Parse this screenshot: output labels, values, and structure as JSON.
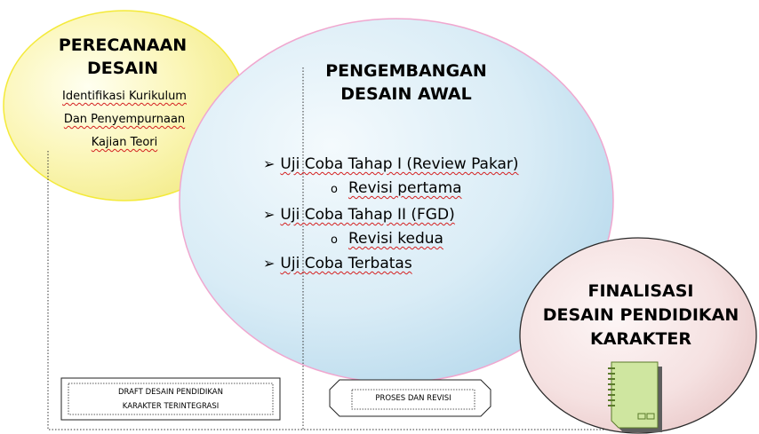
{
  "planning": {
    "title_line1": "PERECANAAN",
    "title_line2": "DESAIN",
    "item1": "Identifikasi Kurikulum",
    "item2": "Dan Penyempurnaan",
    "item3": "Kajian Teori"
  },
  "development": {
    "title_line1": "PENGEMBANGAN",
    "title_line2": "DESAIN AWAL",
    "steps": [
      {
        "marker": "➢",
        "text": "Uji Coba Tahap I (Review Pakar)"
      },
      {
        "marker": "o",
        "text": "Revisi pertama"
      },
      {
        "marker": "➢",
        "text": "Uji Coba Tahap II (FGD)"
      },
      {
        "marker": "o",
        "text": "Revisi kedua"
      },
      {
        "marker": "➢",
        "text": "Uji Coba Terbatas"
      }
    ]
  },
  "finalization": {
    "title_line1": "FINALISASI",
    "title_line2": "DESAIN PENDIDIKAN",
    "title_line3": "KARAKTER"
  },
  "boxes": {
    "draft_line1": "DRAFT DESAIN PENDIDIKAN",
    "draft_line2": "KARAKTER TERINTEGRASI",
    "process": "PROSES DAN REVISI"
  },
  "colors": {
    "planning_fill": "#fbf7b0",
    "planning_stroke": "#f4ea3a",
    "development_fill": "#cfe6f4",
    "development_stroke": "#f0a7cf",
    "finalization_fill": "#f6e1e1",
    "finalization_stroke": "#2a2a2a",
    "document_fill": "#cfe6a0"
  }
}
